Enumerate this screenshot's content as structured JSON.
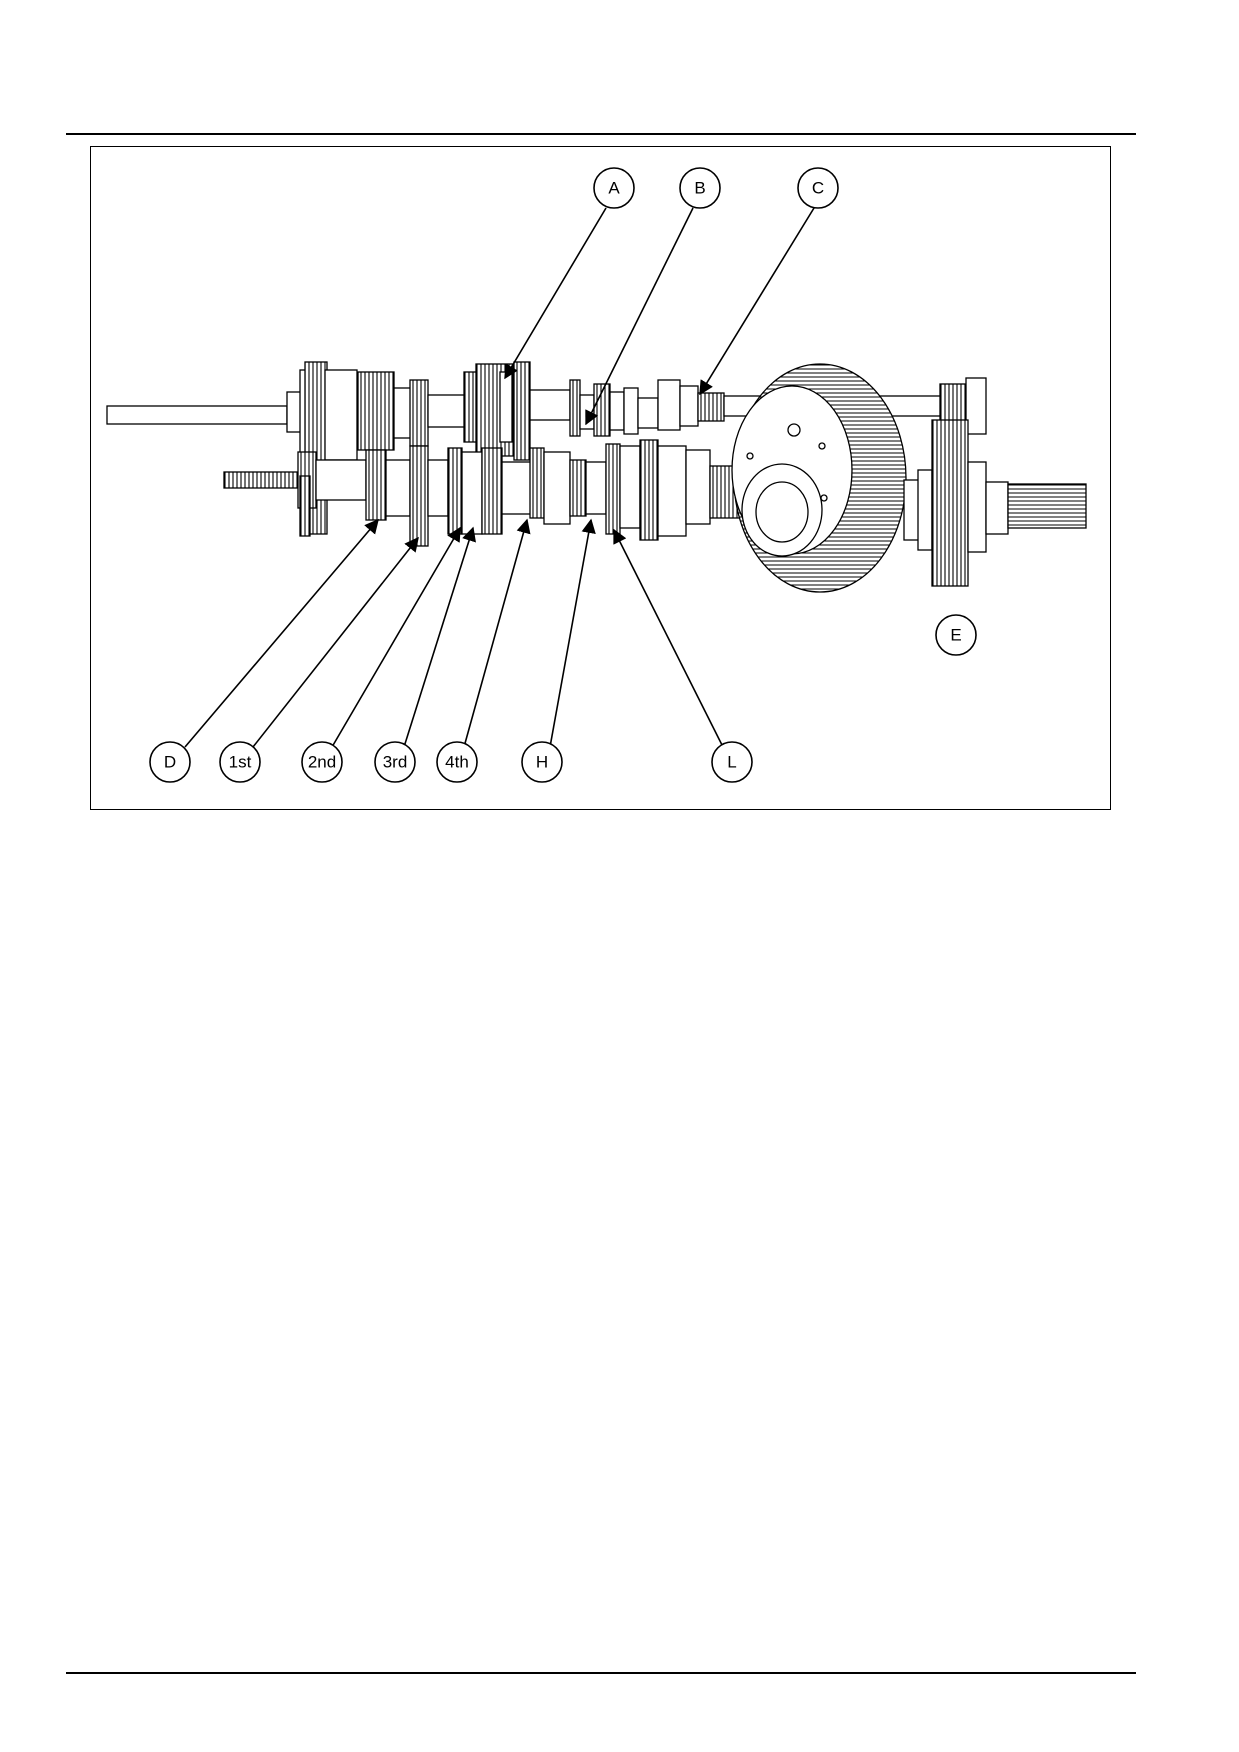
{
  "figure": {
    "callouts": [
      {
        "id": "A",
        "label": "A"
      },
      {
        "id": "B",
        "label": "B"
      },
      {
        "id": "C",
        "label": "C"
      },
      {
        "id": "D",
        "label": "D"
      },
      {
        "id": "1st",
        "label": "1st"
      },
      {
        "id": "2nd",
        "label": "2nd"
      },
      {
        "id": "3rd",
        "label": "3rd"
      },
      {
        "id": "4th",
        "label": "4th"
      },
      {
        "id": "H",
        "label": "H"
      },
      {
        "id": "L",
        "label": "L"
      },
      {
        "id": "E",
        "label": "E"
      }
    ]
  }
}
